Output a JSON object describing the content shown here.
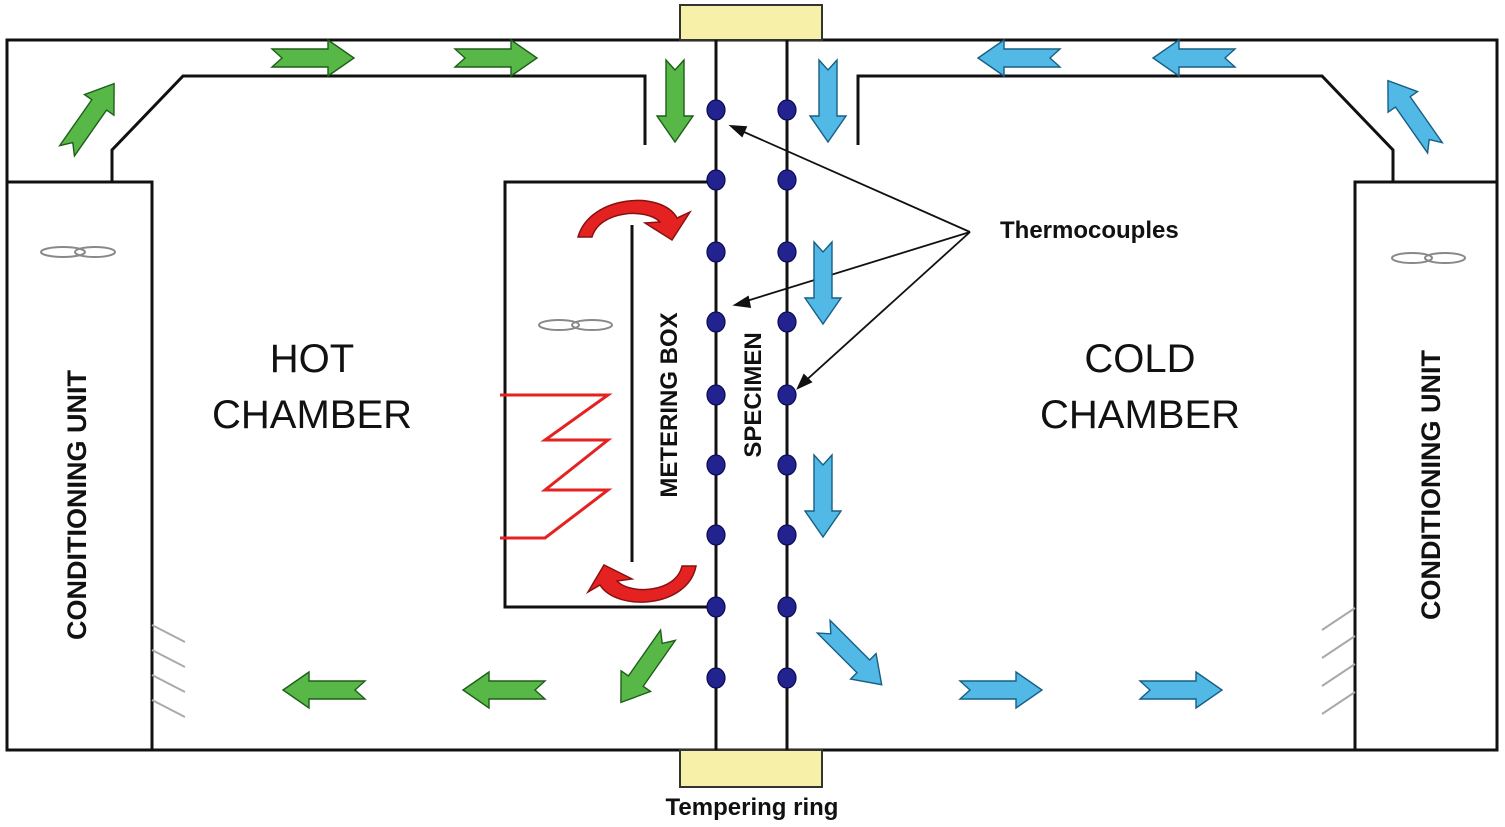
{
  "labels": {
    "hot_chamber_line1": "HOT",
    "hot_chamber_line2": "CHAMBER",
    "cold_chamber_line1": "COLD",
    "cold_chamber_line2": "CHAMBER",
    "conditioning_unit_left": "CONDITIONING UNIT",
    "conditioning_unit_right": "CONDITIONING UNIT",
    "metering_box": "METERING BOX",
    "specimen": "SPECIMEN",
    "thermocouples": "Thermocouples",
    "tempering_ring": "Tempering ring"
  },
  "colors": {
    "hot_air_arrow": "#58b847",
    "cold_air_arrow": "#52b8e6",
    "heater": "#e52222",
    "circulation_arrow": "#e52222",
    "tempering_ring": "#f7f0a8",
    "thermocouple": "#23238f"
  },
  "thermocouple_count_per_side": 9
}
